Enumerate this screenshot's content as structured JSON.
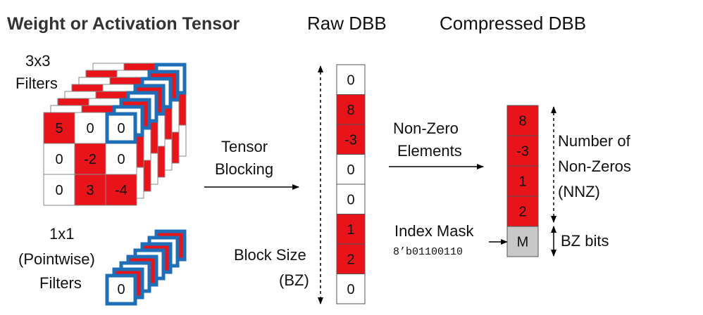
{
  "colors": {
    "red": "#e8141a",
    "blue": "#1f6fb8",
    "gray": "#c8c8c8",
    "white": "#ffffff",
    "line": "#000000"
  },
  "headers": {
    "tensor": "Weight or Activation Tensor",
    "raw": "Raw DBB",
    "compressed": "Compressed DBB"
  },
  "labels": {
    "filters3x3_line1": "3x3",
    "filters3x3_line2": "Filters",
    "pointwise_line1": "1x1",
    "pointwise_line2": "(Pointwise)",
    "pointwise_line3": "Filters",
    "tensor_blocking_line1": "Tensor",
    "tensor_blocking_line2": "Blocking",
    "block_size_line1": "Block Size",
    "block_size_line2": "(BZ)",
    "nonzero_line1": "Non-Zero",
    "nonzero_line2": "Elements",
    "index_mask": "Index Mask",
    "index_mask_value": "8’b01100110",
    "nnz_line1": "Number of",
    "nnz_line2": "Non-Zeros",
    "nnz_line3": "(NNZ)",
    "bz_bits": "BZ bits"
  },
  "filter_grid": [
    [
      {
        "v": "5",
        "red": true
      },
      {
        "v": "0",
        "red": false
      },
      {
        "v": "0",
        "red": false
      }
    ],
    [
      {
        "v": "0",
        "red": false
      },
      {
        "v": "-2",
        "red": true
      },
      {
        "v": "0",
        "red": false
      }
    ],
    [
      {
        "v": "0",
        "red": false
      },
      {
        "v": "3",
        "red": true
      },
      {
        "v": "-4",
        "red": true
      }
    ]
  ],
  "pointwise_front_value": "0",
  "raw_dbb": [
    {
      "v": "0",
      "red": false
    },
    {
      "v": "8",
      "red": true
    },
    {
      "v": "-3",
      "red": true
    },
    {
      "v": "0",
      "red": false
    },
    {
      "v": "0",
      "red": false
    },
    {
      "v": "1",
      "red": true
    },
    {
      "v": "2",
      "red": true
    },
    {
      "v": "0",
      "red": false
    }
  ],
  "compressed_dbb": [
    {
      "v": "8",
      "kind": "red"
    },
    {
      "v": "-3",
      "kind": "red"
    },
    {
      "v": "1",
      "kind": "red"
    },
    {
      "v": "2",
      "kind": "red"
    },
    {
      "v": "M",
      "kind": "mask"
    }
  ]
}
